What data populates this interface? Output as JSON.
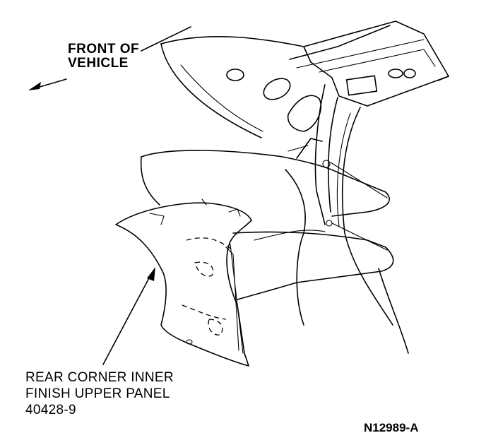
{
  "labels": {
    "front_of_vehicle": [
      "FRONT OF",
      "VEHICLE"
    ],
    "part_name": [
      "REAR CORNER INNER",
      "FINISH UPPER PANEL",
      "40428-9"
    ],
    "figure_id": "N12989-A"
  },
  "colors": {
    "line": "#000000",
    "background": "#ffffff"
  }
}
